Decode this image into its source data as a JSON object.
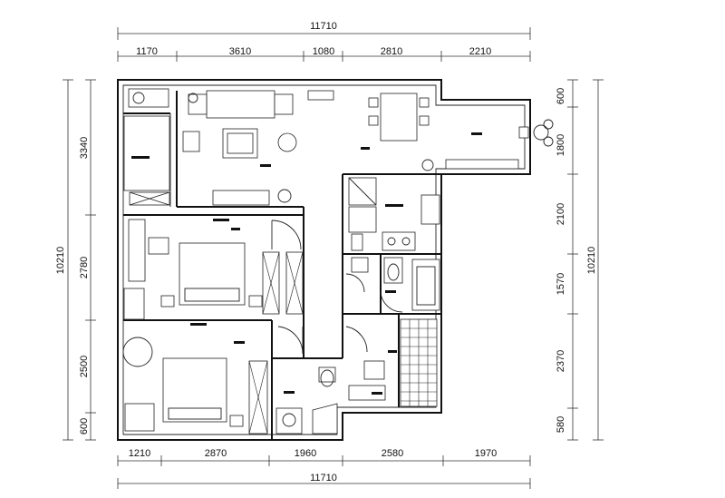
{
  "top_total": "11710",
  "top_segments": [
    "1170",
    "3610",
    "1080",
    "2810",
    "2210"
  ],
  "bottom_segments": [
    "1210",
    "2870",
    "1960",
    "2580",
    "1970"
  ],
  "bottom_total": "11710",
  "left_total": "10210",
  "left_segments": [
    "3340",
    "2780",
    "2500",
    "600"
  ],
  "right_total": "10210",
  "right_segments": [
    "600",
    "1800",
    "2100",
    "1570",
    "2370",
    "580"
  ]
}
